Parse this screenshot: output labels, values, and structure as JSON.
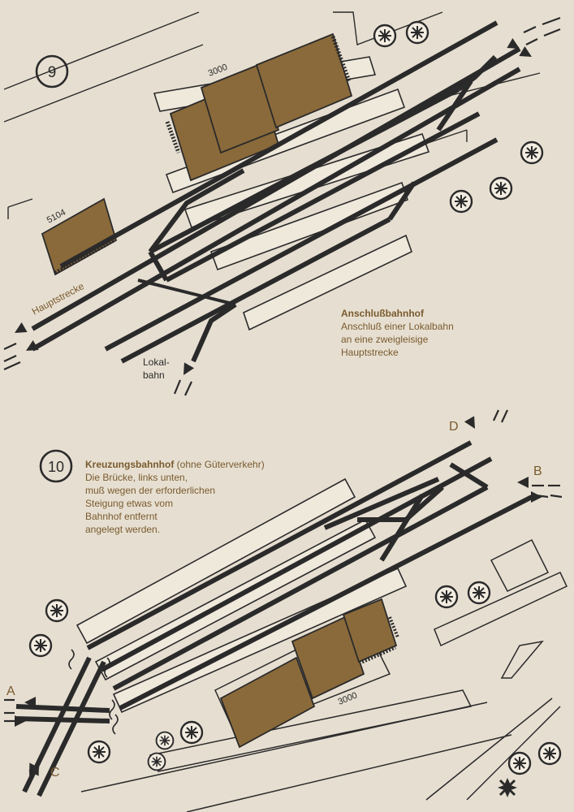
{
  "colors": {
    "background": "#e6dfd1",
    "track": "#2b2a2b",
    "building": "#8a6a3a",
    "accent_text": "#7a5a2e",
    "outline": "#3a3536"
  },
  "plan9": {
    "number": "9",
    "building_main_label": "3000",
    "building_small_label": "5104",
    "label_mainline": "Hauptstrecke",
    "label_branch_line1": "Lokal-",
    "label_branch_line2": "bahn",
    "caption_title": "Anschlußbahnhof",
    "caption_line1": "Anschluß einer Lokalbahn",
    "caption_line2": "an eine zweigleisige",
    "caption_line3": "Hauptstrecke"
  },
  "plan10": {
    "number": "10",
    "caption_title": "Kreuzungsbahnhof",
    "caption_title_suffix": " (ohne Güterverkehr)",
    "caption_line1": "Die Brücke, links unten,",
    "caption_line2": "muß wegen der erforderlichen",
    "caption_line3": "Steigung etwas vom",
    "caption_line4": "Bahnhof entfernt",
    "caption_line5": "angelegt werden.",
    "building_label": "3000",
    "direction_a": "A",
    "direction_b": "B",
    "direction_c": "C",
    "direction_d": "D"
  },
  "icons": [
    "tree-icon",
    "arrow-icon",
    "bridge-break-icon"
  ]
}
